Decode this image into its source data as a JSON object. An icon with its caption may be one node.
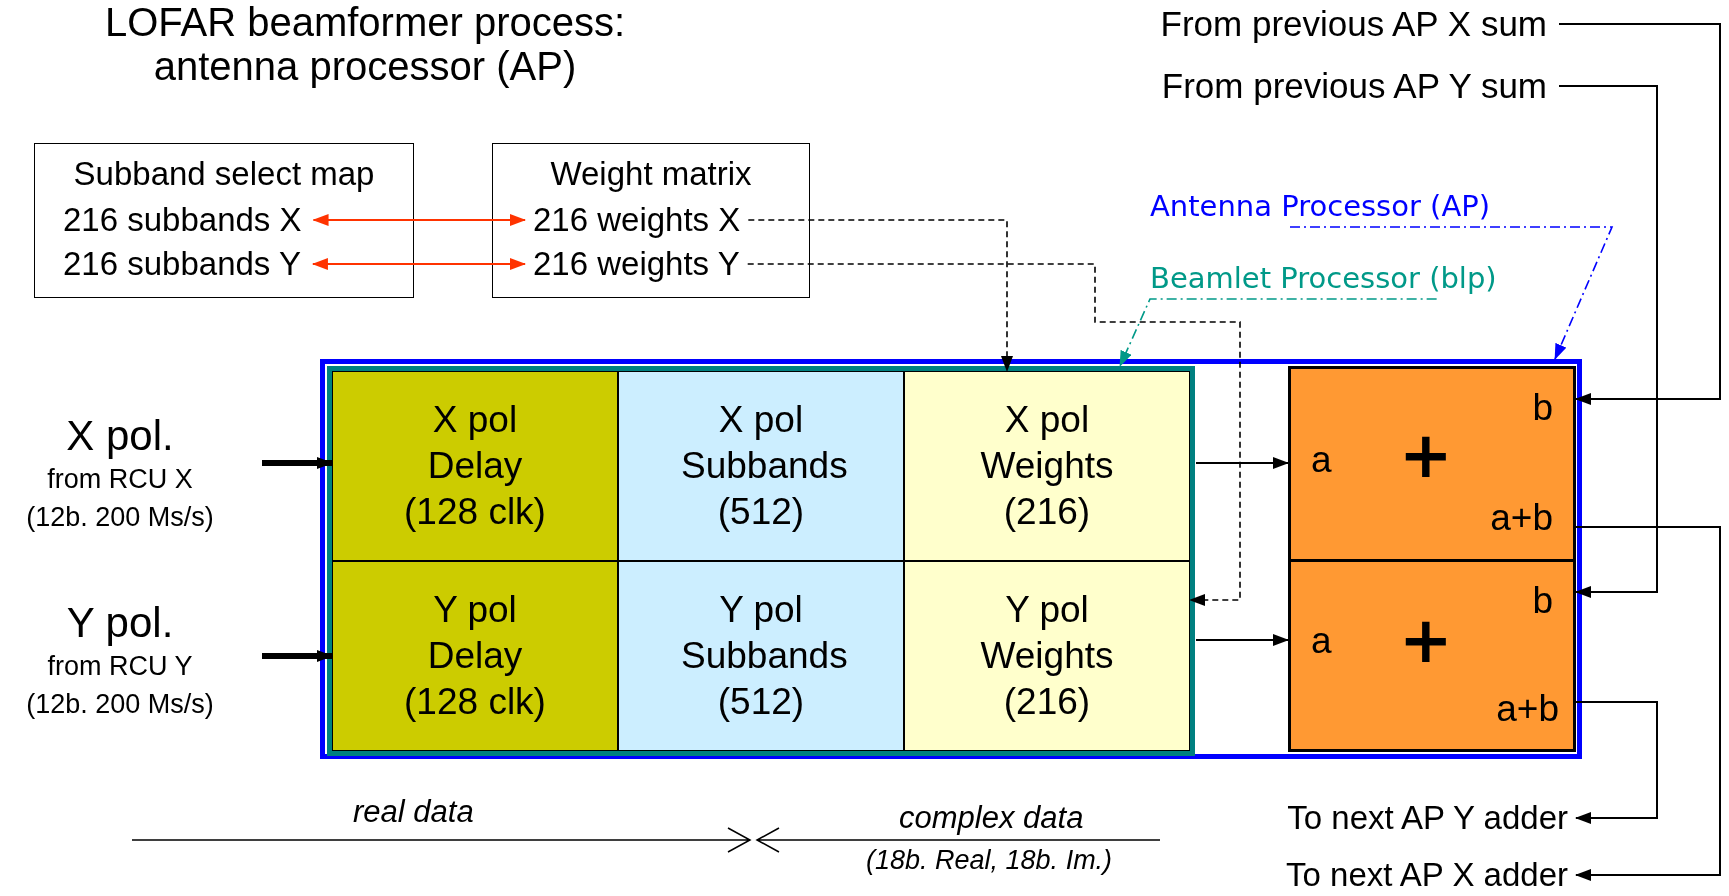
{
  "diagram": {
    "title": "LOFAR beamformer process: antenna processor (AP)",
    "nodes": [
      {
        "text": [
          "Subband select map"
        ]
      },
      {
        "text": [
          "216 subbands X"
        ],
        "in": 0
      },
      {
        "text": [
          "216 subbands Y"
        ],
        "in": 0
      },
      {
        "text": [
          "Weight matrix"
        ]
      },
      {
        "text": [
          "216 weights X"
        ],
        "in": 3
      },
      {
        "text": [
          "216 weights Y"
        ],
        "in": 3
      },
      {
        "text": [
          "Antenna Processor (AP)"
        ]
      },
      {
        "text": [
          "Beamlet Processor (blp)"
        ]
      },
      {
        "text": [
          "From previous AP X sum"
        ]
      },
      {
        "text": [
          "From previous AP Y sum"
        ]
      },
      {
        "text": [
          "X pol.",
          "from RCU X (12b. 200 Ms/s)"
        ]
      },
      {
        "text": [
          "Y pol.",
          "from RCU Y (12b. 200 Ms/s)"
        ]
      },
      {
        "text": [],
        "shape": "box"
      },
      {
        "text": [],
        "shape": "box",
        "in": 12
      },
      {
        "text": [
          "X pol Delay (128 clk)"
        ],
        "in": 13
      },
      {
        "text": [
          "X pol Subbands (512)"
        ],
        "in": 13
      },
      {
        "text": [
          "X pol Weights (216)"
        ],
        "in": 13
      },
      {
        "text": [
          "Y pol Delay (128 clk)"
        ],
        "in": 13
      },
      {
        "text": [
          "Y pol Subbands (512)"
        ],
        "in": 13
      },
      {
        "text": [
          "Y pol Weights (216)"
        ],
        "in": 13
      },
      {
        "text": [
          "a",
          "+",
          "b",
          "a+b"
        ],
        "in": 12
      },
      {
        "text": [
          "a",
          "+",
          "b",
          "a+b"
        ],
        "in": 12
      },
      {
        "text": [
          "To next AP Y adder"
        ]
      },
      {
        "text": [
          "To next AP X adder"
        ]
      }
    ],
    "edges": [
      {
        "from": 1,
        "to": 4,
        "arrow": "both",
        "color": "#ff3300"
      },
      {
        "from": 2,
        "to": 5,
        "arrow": "both",
        "color": "#ff3300"
      },
      {
        "from": 4,
        "to": 16,
        "arrow": "to",
        "style": "dashed"
      },
      {
        "from": 5,
        "to": 19,
        "arrow": "to",
        "style": "dashed"
      },
      {
        "from": 6,
        "to": 12,
        "arrow": "to",
        "style": "dashed",
        "color": "#0000ff"
      },
      {
        "from": 7,
        "to": 13,
        "arrow": "to",
        "style": "dashed",
        "color": "#009988"
      },
      {
        "from": 10,
        "to": 14,
        "arrow": "to",
        "style": "thick"
      },
      {
        "from": 11,
        "to": 17,
        "arrow": "to",
        "style": "thick"
      },
      {
        "from": 16,
        "to": 20,
        "arrow": "to"
      },
      {
        "from": 19,
        "to": 21,
        "arrow": "to"
      },
      {
        "from": 8,
        "to": 20,
        "arrow": "to"
      },
      {
        "from": 9,
        "to": 21,
        "arrow": "to"
      },
      {
        "from": 20,
        "to": 23,
        "arrow": "to"
      },
      {
        "from": 21,
        "to": 22,
        "arrow": "to"
      }
    ],
    "labels": [
      "real data",
      "complex data",
      "(18b. Real, 18b. Im.)"
    ]
  }
}
